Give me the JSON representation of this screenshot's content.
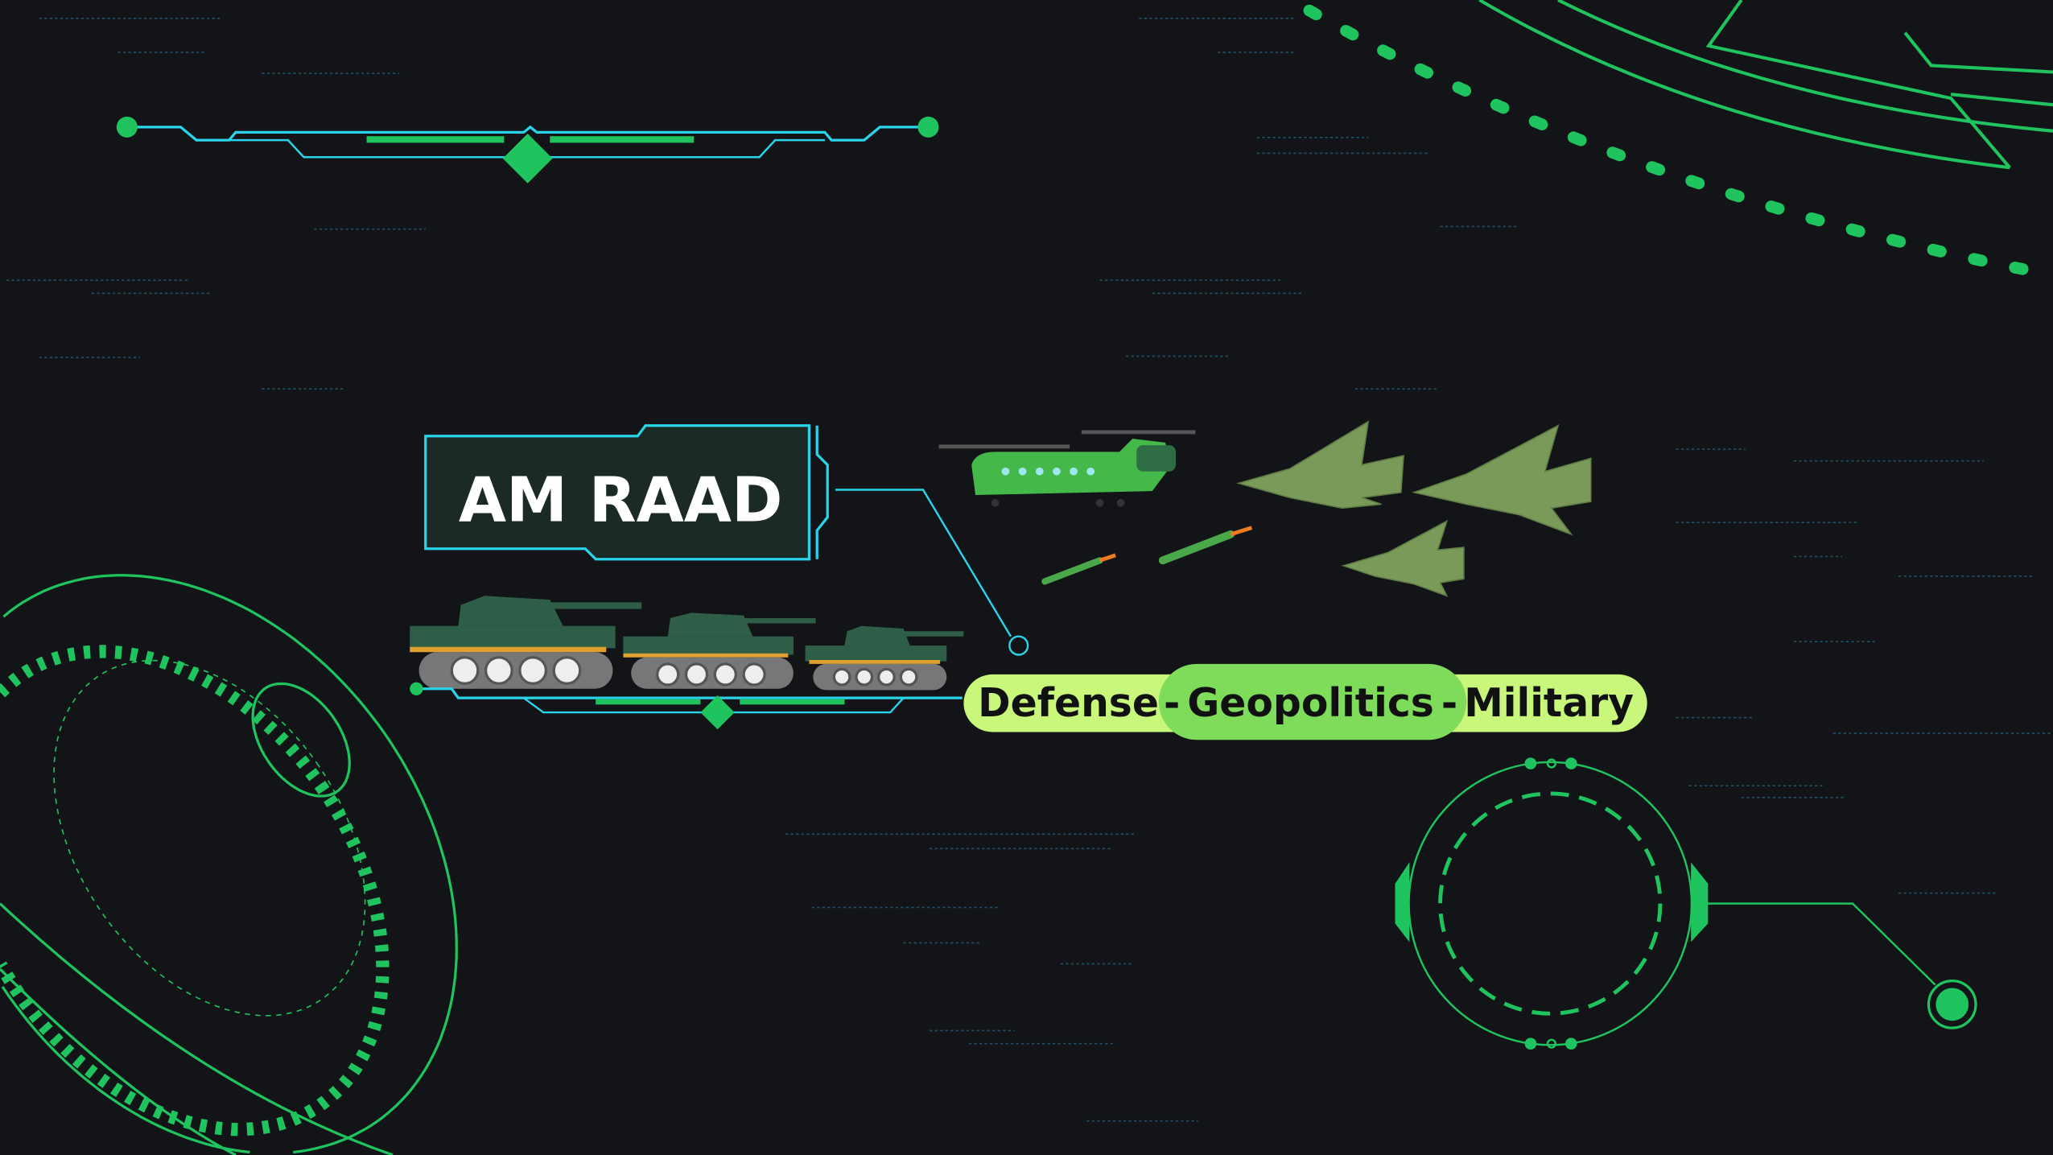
{
  "banner": {
    "title": "AM RAAD",
    "tags": [
      "Defense",
      "Geopolitics",
      "Military"
    ],
    "separator": "-"
  },
  "colors": {
    "background": "#121417",
    "accent_green": "#1fc45f",
    "accent_cyan": "#2ad4e8",
    "tag_light": "#c9f77c",
    "tag_mid": "#7fdc5a",
    "tank_green": "#2f5e48",
    "jet_green": "#7a9a5a"
  }
}
